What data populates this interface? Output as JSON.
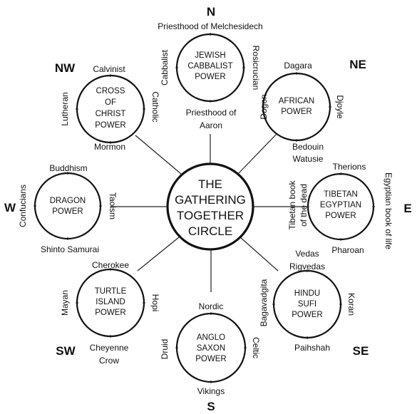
{
  "center": {
    "lines": [
      "THE",
      "GATHERING",
      "TOGETHER",
      "CIRCLE"
    ]
  },
  "directions": {
    "n": "N",
    "ne": "NE",
    "e": "E",
    "se": "SE",
    "s": "S",
    "sw": "SW",
    "w": "W",
    "nw": "NW"
  },
  "nodes": {
    "n": {
      "power": [
        "JEWISH",
        "CABBALIST",
        "POWER"
      ],
      "top": "Priesthood of Melchesidech",
      "left": "Cabbalist",
      "right": "Rosicrucian",
      "bottom": [
        "Priesthood of",
        "Aaron"
      ]
    },
    "ne": {
      "power": [
        "AFRICAN",
        "POWER"
      ],
      "top": "Dagara",
      "left": "Dogon",
      "right": "Djoyle",
      "bottom": [
        "Bedouin",
        "Watusie"
      ]
    },
    "e": {
      "power": [
        "TIBETAN",
        "EGYPTIAN",
        "POWER"
      ],
      "top": "Therions",
      "left": [
        "Tibetan book",
        "of the dead"
      ],
      "right": "Egyptian book of life",
      "bottom": "Pharoan"
    },
    "se": {
      "power": [
        "HINDU",
        "SUFI",
        "POWER"
      ],
      "top": [
        "Vedas",
        "Rigvedas"
      ],
      "left": "Bagavadgita",
      "right": "Koran",
      "bottom": "Paihshah"
    },
    "s": {
      "power": [
        "ANGLO",
        "SAXON",
        "POWER"
      ],
      "top": "Nordic",
      "left": "Druid",
      "right": "Celtic",
      "bottom": "Vikings"
    },
    "sw": {
      "power": [
        "TURTLE",
        "ISLAND",
        "POWER"
      ],
      "top": "Cherokee",
      "left": "Mayan",
      "right": "Hopi",
      "bottom": [
        "Cheyenne",
        "Crow"
      ]
    },
    "w": {
      "power": [
        "DRAGON",
        "POWER"
      ],
      "top": "Buddhism",
      "left": "Confucians",
      "right": "Taoism",
      "bottom": "Shinto Samurai"
    },
    "nw": {
      "power": [
        "CROSS",
        "OF",
        "CHRIST",
        "POWER"
      ],
      "top": "Calvinist",
      "left": "Lutheran",
      "right": "Catholic",
      "bottom": "Mormon"
    }
  }
}
